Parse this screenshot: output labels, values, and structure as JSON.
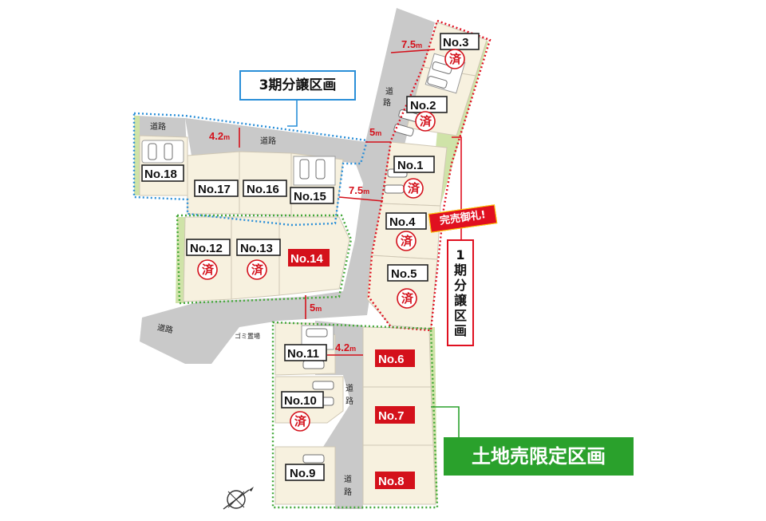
{
  "callouts": {
    "phase3": "3期分譲区画",
    "phase1": [
      "1",
      "期",
      "分",
      "譲",
      "区",
      "画"
    ],
    "land_only": "土地売限定区画",
    "sold_out_thanks": "完売御礼!"
  },
  "lots": [
    {
      "id": "no3",
      "label": "No.3",
      "sold_stamp": "済"
    },
    {
      "id": "no2",
      "label": "No.2",
      "sold_stamp": "済"
    },
    {
      "id": "no1",
      "label": "No.1",
      "sold_stamp": "済"
    },
    {
      "id": "no4",
      "label": "No.4",
      "sold_stamp": "済"
    },
    {
      "id": "no5",
      "label": "No.5",
      "sold_stamp": "済"
    },
    {
      "id": "no18",
      "label": "No.18"
    },
    {
      "id": "no17",
      "label": "No.17"
    },
    {
      "id": "no16",
      "label": "No.16"
    },
    {
      "id": "no15",
      "label": "No.15"
    },
    {
      "id": "no12",
      "label": "No.12",
      "sold_stamp": "済"
    },
    {
      "id": "no13",
      "label": "No.13",
      "sold_stamp": "済"
    },
    {
      "id": "no14",
      "label": "No.14",
      "highlight": true
    },
    {
      "id": "no11",
      "label": "No.11"
    },
    {
      "id": "no10",
      "label": "No.10",
      "sold_stamp": "済"
    },
    {
      "id": "no9",
      "label": "No.9"
    },
    {
      "id": "no6",
      "label": "No.6",
      "highlight": true
    },
    {
      "id": "no7",
      "label": "No.7",
      "highlight": true
    },
    {
      "id": "no8",
      "label": "No.8",
      "highlight": true
    }
  ],
  "road_label": "道路",
  "road_label_v": [
    "道",
    "路"
  ],
  "garbage_label": "ゴミ置場",
  "dimensions": [
    {
      "value": "7.5",
      "unit": "m"
    },
    {
      "value": "4.2",
      "unit": "m"
    },
    {
      "value": "5",
      "unit": "m"
    },
    {
      "value": "7.5",
      "unit": "m"
    },
    {
      "value": "5",
      "unit": "m"
    },
    {
      "value": "4.2",
      "unit": "m"
    }
  ],
  "colors": {
    "sold_red": "#d4111b",
    "phase3_blue": "#2a8fd8",
    "phase1_red": "#e01020",
    "land_green": "#2aa12c",
    "lot_beige": "#f7f1df",
    "road_gray": "#c9c9c9"
  },
  "icons": [
    "compass-icon"
  ]
}
